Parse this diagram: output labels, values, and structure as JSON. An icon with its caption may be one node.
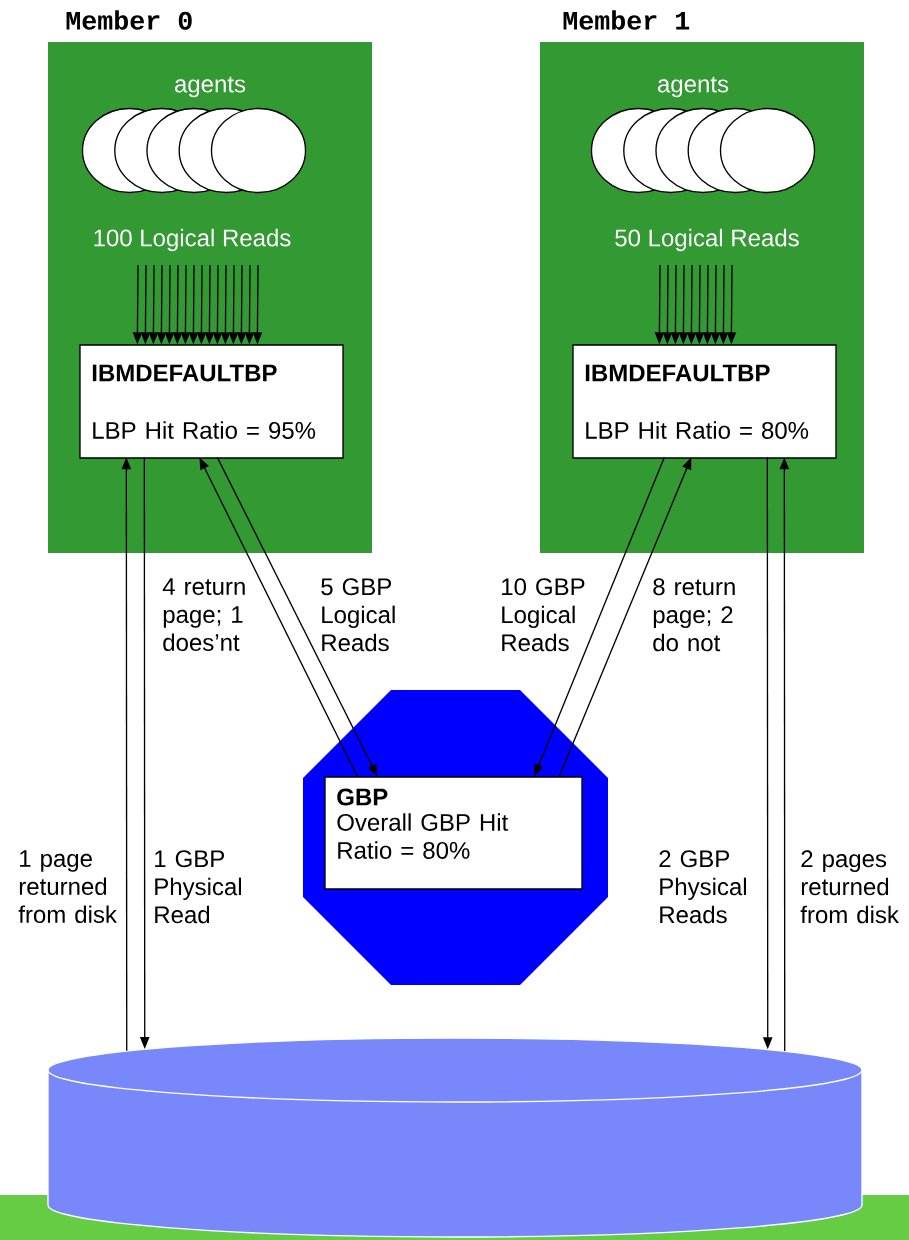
{
  "diagram": {
    "nodes": [
      {
        "text": [
          "Member 0",
          "agents",
          "100 Logical Reads"
        ]
      },
      {
        "text": [],
        "shape": "picture",
        "in": 0
      },
      {
        "text": [
          "IBMDEFAULTBP",
          "LBP Hit Ratio = 95%"
        ],
        "in": 0
      },
      {
        "text": [
          "Member 1",
          "agents",
          "50 Logical Reads"
        ]
      },
      {
        "text": [],
        "shape": "picture",
        "in": 3
      },
      {
        "text": [
          "IBMDEFAULTBP",
          "LBP Hit Ratio = 80%"
        ],
        "in": 3
      },
      {
        "text": [],
        "shape": "octagon"
      },
      {
        "text": [
          "GBP",
          "Overall GBP Hit Ratio = 80%"
        ],
        "in": 6
      },
      {
        "text": [],
        "shape": "cylinder"
      }
    ],
    "edges": [
      {
        "from": null,
        "to": 2,
        "arrow": "to"
      },
      {
        "from": null,
        "to": 2,
        "arrow": "to"
      },
      {
        "from": null,
        "to": 2,
        "arrow": "to"
      },
      {
        "from": null,
        "to": 2,
        "arrow": "to"
      },
      {
        "from": null,
        "to": 2,
        "arrow": "to"
      },
      {
        "from": null,
        "to": 2,
        "arrow": "to"
      },
      {
        "from": null,
        "to": 2,
        "arrow": "to"
      },
      {
        "from": null,
        "to": 2,
        "arrow": "to"
      },
      {
        "from": null,
        "to": 2,
        "arrow": "to"
      },
      {
        "from": null,
        "to": 2,
        "arrow": "to"
      },
      {
        "from": null,
        "to": 2,
        "arrow": "to"
      },
      {
        "from": null,
        "to": 2,
        "arrow": "to"
      },
      {
        "from": null,
        "to": 2,
        "arrow": "to"
      },
      {
        "from": null,
        "to": 2,
        "arrow": "to"
      },
      {
        "from": null,
        "to": 2,
        "arrow": "to"
      },
      {
        "from": null,
        "to": 2,
        "arrow": "to"
      },
      {
        "from": null,
        "to": 5,
        "arrow": "to"
      },
      {
        "from": null,
        "to": 5,
        "arrow": "to"
      },
      {
        "from": null,
        "to": 5,
        "arrow": "to"
      },
      {
        "from": null,
        "to": 5,
        "arrow": "to"
      },
      {
        "from": null,
        "to": 5,
        "arrow": "to"
      },
      {
        "from": null,
        "to": 5,
        "arrow": "to"
      },
      {
        "from": null,
        "to": 5,
        "arrow": "to"
      },
      {
        "from": null,
        "to": 5,
        "arrow": "to"
      },
      {
        "from": null,
        "to": 5,
        "arrow": "to"
      },
      {
        "from": null,
        "to": 5,
        "arrow": "to"
      },
      {
        "from": 2,
        "to": 7,
        "arrow": "to",
        "label": "5 GBP Logical Reads"
      },
      {
        "from": 7,
        "to": 2,
        "arrow": "to",
        "label": "4 return page; 1 does’nt"
      },
      {
        "from": 5,
        "to": 7,
        "arrow": "to",
        "label": "10 GBP Logical Reads"
      },
      {
        "from": 7,
        "to": 5,
        "arrow": "to",
        "label": "8 return page; 2 do not"
      },
      {
        "from": 2,
        "to": 8,
        "arrow": "to",
        "label": "1 GBP Physical Read"
      },
      {
        "from": 8,
        "to": 2,
        "arrow": "to",
        "label": "1 page returned from disk"
      },
      {
        "from": 5,
        "to": 8,
        "arrow": "to",
        "label": "2 GBP Physical Reads"
      },
      {
        "from": 8,
        "to": 5,
        "arrow": "to",
        "label": "2 pages returned from disk"
      }
    ]
  }
}
